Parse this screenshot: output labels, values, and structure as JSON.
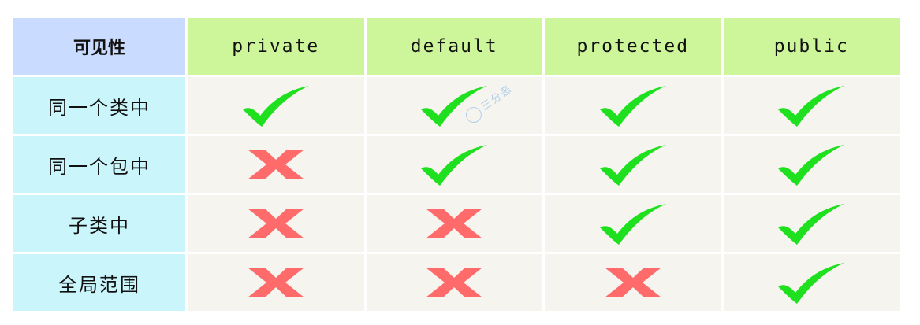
{
  "table": {
    "corner_label": "可见性",
    "columns": [
      "private",
      "default",
      "protected",
      "public"
    ],
    "rows": [
      {
        "label": "同一个类中",
        "marks": [
          "check",
          "check",
          "check",
          "check"
        ]
      },
      {
        "label": "同一个包中",
        "marks": [
          "cross",
          "check",
          "check",
          "check"
        ]
      },
      {
        "label": "子类中",
        "marks": [
          "cross",
          "cross",
          "check",
          "check"
        ]
      },
      {
        "label": "全局范围",
        "marks": [
          "cross",
          "cross",
          "cross",
          "check"
        ]
      }
    ]
  },
  "colors": {
    "corner_bg": "#c9dcff",
    "column_header_bg": "#cdf59a",
    "row_header_bg": "#c9f5fb",
    "cell_bg": "#f6f4ee",
    "check": "#1ee01e",
    "cross": "#ff6b6b"
  },
  "watermark": {
    "text": "三分恶"
  }
}
